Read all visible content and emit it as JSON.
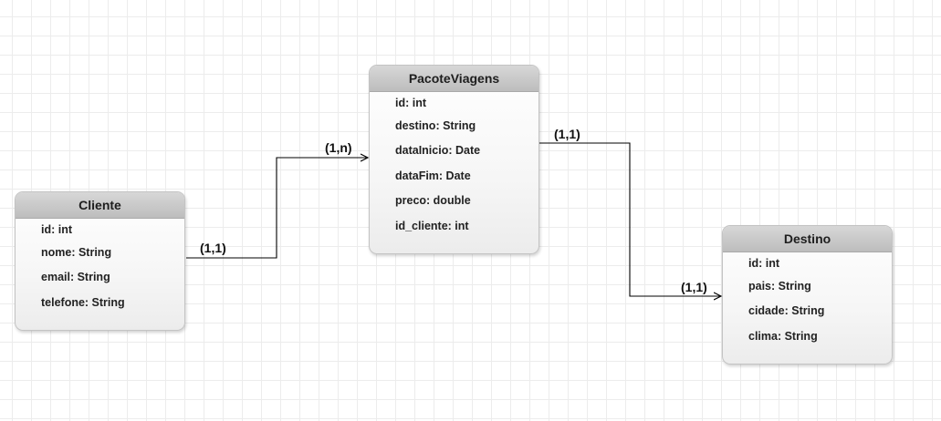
{
  "entities": {
    "pacote": {
      "title": "PacoteViagens",
      "attributes": [
        "id: int",
        "destino: String",
        "dataInicio: Date",
        "dataFim: Date",
        "preco: double",
        "id_cliente: int"
      ]
    },
    "cliente": {
      "title": "Cliente",
      "attributes": [
        "id: int",
        "nome: String",
        "email: String",
        "telefone: String"
      ]
    },
    "destino": {
      "title": "Destino",
      "attributes": [
        "id: int",
        "pais: String",
        "cidade: String",
        "clima: String"
      ]
    }
  },
  "relationships": {
    "cliente_pacote": {
      "source_cardinality": "(1,1)",
      "target_cardinality": "(1,n)"
    },
    "destino_pacote": {
      "source_cardinality": "(1,1)",
      "target_cardinality": "(1,1)"
    }
  },
  "colors": {
    "header_fill": "#c8c8c8",
    "border": "#c3c3c3",
    "line": "#000000",
    "grid": "#ececec"
  }
}
